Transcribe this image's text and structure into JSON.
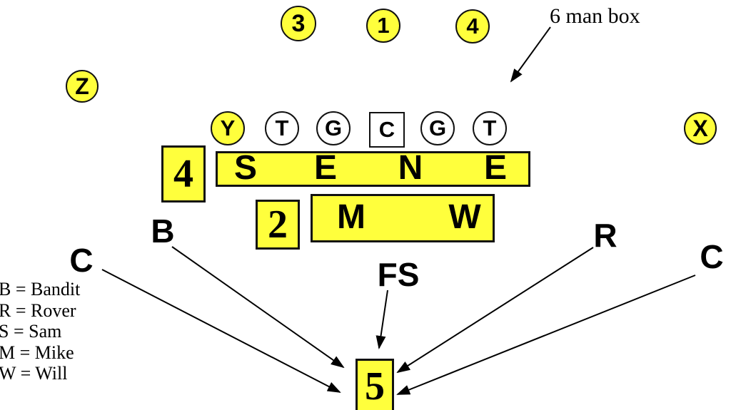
{
  "colors": {
    "highlight_yellow": "#FFFF3C",
    "outline_black": "#111111",
    "background": "#FFFFFF"
  },
  "annotation": {
    "six_man_box": "6 man box"
  },
  "offense": {
    "backfield": [
      {
        "label": "3"
      },
      {
        "label": "1"
      },
      {
        "label": "4"
      }
    ],
    "receivers": {
      "z": "Z",
      "x": "X"
    },
    "line": [
      {
        "label": "Y"
      },
      {
        "label": "T"
      },
      {
        "label": "G"
      },
      {
        "label": "C"
      },
      {
        "label": "G"
      },
      {
        "label": "T"
      }
    ]
  },
  "defense": {
    "count_left": "4",
    "count_middle": "2",
    "count_bottom": "5",
    "front_line": [
      "S",
      "E",
      "N",
      "E"
    ],
    "linebackers": [
      "M",
      "W"
    ],
    "secondary": {
      "bandit": "B",
      "corner_left": "C",
      "free_safety": "FS",
      "rover": "R",
      "corner_right": "C"
    }
  },
  "legend": {
    "items": [
      "B = Bandit",
      "R = Rover",
      "S = Sam",
      "M = Mike",
      "W = Will"
    ]
  }
}
